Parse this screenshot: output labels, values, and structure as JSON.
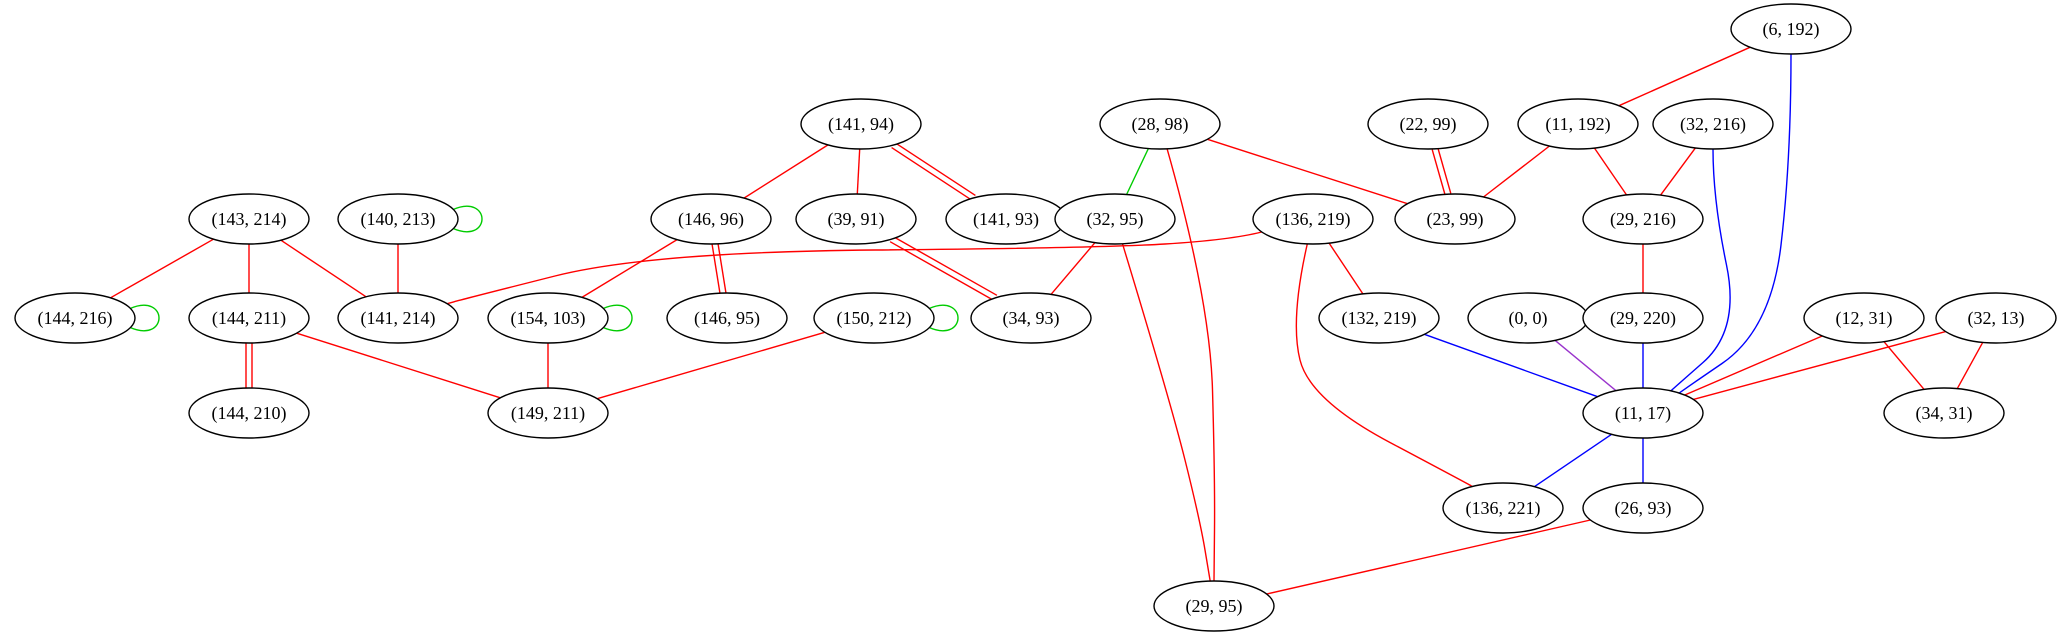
{
  "graph": {
    "colors": {
      "red": "#ff0000",
      "green": "#00cc00",
      "blue": "#0000ff",
      "purple": "#9933cc",
      "node_stroke": "#000000"
    },
    "nodes": [
      {
        "id": "n6_192",
        "label": "(6, 192)"
      },
      {
        "id": "n28_98",
        "label": "(28, 98)"
      },
      {
        "id": "n141_94",
        "label": "(141, 94)"
      },
      {
        "id": "n22_99",
        "label": "(22, 99)"
      },
      {
        "id": "n11_192",
        "label": "(11, 192)"
      },
      {
        "id": "n32_216",
        "label": "(32, 216)"
      },
      {
        "id": "n143_214",
        "label": "(143, 214)"
      },
      {
        "id": "n140_213",
        "label": "(140, 213)"
      },
      {
        "id": "n146_96",
        "label": "(146, 96)"
      },
      {
        "id": "n39_91",
        "label": "(39, 91)"
      },
      {
        "id": "n141_93",
        "label": "(141, 93)"
      },
      {
        "id": "n32_95",
        "label": "(32, 95)"
      },
      {
        "id": "n136_219",
        "label": "(136, 219)"
      },
      {
        "id": "n23_99",
        "label": "(23, 99)"
      },
      {
        "id": "n29_216",
        "label": "(29, 216)"
      },
      {
        "id": "n144_216",
        "label": "(144, 216)"
      },
      {
        "id": "n144_211",
        "label": "(144, 211)"
      },
      {
        "id": "n141_214",
        "label": "(141, 214)"
      },
      {
        "id": "n154_103",
        "label": "(154, 103)"
      },
      {
        "id": "n146_95",
        "label": "(146, 95)"
      },
      {
        "id": "n150_212",
        "label": "(150, 212)"
      },
      {
        "id": "n34_93",
        "label": "(34, 93)"
      },
      {
        "id": "n132_219",
        "label": "(132, 219)"
      },
      {
        "id": "n0_0",
        "label": "(0, 0)"
      },
      {
        "id": "n29_220",
        "label": "(29, 220)"
      },
      {
        "id": "n12_31",
        "label": "(12, 31)"
      },
      {
        "id": "n32_13",
        "label": "(32, 13)"
      },
      {
        "id": "n144_210",
        "label": "(144, 210)"
      },
      {
        "id": "n149_211",
        "label": "(149, 211)"
      },
      {
        "id": "n11_17",
        "label": "(11, 17)"
      },
      {
        "id": "n34_31",
        "label": "(34, 31)"
      },
      {
        "id": "n136_221",
        "label": "(136, 221)"
      },
      {
        "id": "n26_93",
        "label": "(26, 93)"
      },
      {
        "id": "n29_95",
        "label": "(29, 95)"
      }
    ],
    "edges": [
      {
        "from": "n6_192",
        "to": "n11_192",
        "color": "red"
      },
      {
        "from": "n6_192",
        "to": "n11_17",
        "color": "blue"
      },
      {
        "from": "n28_98",
        "to": "n32_95",
        "color": "green"
      },
      {
        "from": "n28_98",
        "to": "n23_99",
        "color": "red"
      },
      {
        "from": "n28_98",
        "to": "n29_95",
        "color": "red"
      },
      {
        "from": "n141_94",
        "to": "n146_96",
        "color": "red"
      },
      {
        "from": "n141_94",
        "to": "n39_91",
        "color": "red"
      },
      {
        "from": "n141_94",
        "to": "n141_93",
        "color": "red",
        "double": true
      },
      {
        "from": "n22_99",
        "to": "n23_99",
        "color": "red",
        "double": true
      },
      {
        "from": "n11_192",
        "to": "n23_99",
        "color": "red"
      },
      {
        "from": "n11_192",
        "to": "n29_216",
        "color": "red"
      },
      {
        "from": "n32_216",
        "to": "n29_216",
        "color": "red"
      },
      {
        "from": "n32_216",
        "to": "n11_17",
        "color": "blue"
      },
      {
        "from": "n143_214",
        "to": "n144_216",
        "color": "red"
      },
      {
        "from": "n143_214",
        "to": "n144_211",
        "color": "red"
      },
      {
        "from": "n143_214",
        "to": "n141_214",
        "color": "red"
      },
      {
        "from": "n140_213",
        "to": "n140_213",
        "color": "green",
        "loop": true
      },
      {
        "from": "n140_213",
        "to": "n141_214",
        "color": "red"
      },
      {
        "from": "n146_96",
        "to": "n146_95",
        "color": "red",
        "double": true
      },
      {
        "from": "n146_96",
        "to": "n154_103",
        "color": "red"
      },
      {
        "from": "n39_91",
        "to": "n34_93",
        "color": "red",
        "double": true
      },
      {
        "from": "n32_95",
        "to": "n34_93",
        "color": "red"
      },
      {
        "from": "n32_95",
        "to": "n29_95",
        "color": "red"
      },
      {
        "from": "n136_219",
        "to": "n141_214",
        "color": "red"
      },
      {
        "from": "n136_219",
        "to": "n132_219",
        "color": "red"
      },
      {
        "from": "n136_219",
        "to": "n136_221",
        "color": "red"
      },
      {
        "from": "n29_216",
        "to": "n29_220",
        "color": "red"
      },
      {
        "from": "n144_216",
        "to": "n144_216",
        "color": "green",
        "loop": true
      },
      {
        "from": "n144_211",
        "to": "n144_210",
        "color": "red",
        "double": true
      },
      {
        "from": "n144_211",
        "to": "n149_211",
        "color": "red"
      },
      {
        "from": "n154_103",
        "to": "n154_103",
        "color": "green",
        "loop": true
      },
      {
        "from": "n154_103",
        "to": "n149_211",
        "color": "red"
      },
      {
        "from": "n150_212",
        "to": "n150_212",
        "color": "green",
        "loop": true
      },
      {
        "from": "n150_212",
        "to": "n149_211",
        "color": "red"
      },
      {
        "from": "n132_219",
        "to": "n11_17",
        "color": "blue"
      },
      {
        "from": "n0_0",
        "to": "n11_17",
        "color": "purple"
      },
      {
        "from": "n29_220",
        "to": "n11_17",
        "color": "blue"
      },
      {
        "from": "n12_31",
        "to": "n11_17",
        "color": "red"
      },
      {
        "from": "n12_31",
        "to": "n34_31",
        "color": "red"
      },
      {
        "from": "n32_13",
        "to": "n11_17",
        "color": "red"
      },
      {
        "from": "n32_13",
        "to": "n34_31",
        "color": "red"
      },
      {
        "from": "n11_17",
        "to": "n136_221",
        "color": "blue"
      },
      {
        "from": "n11_17",
        "to": "n26_93",
        "color": "blue"
      },
      {
        "from": "n26_93",
        "to": "n29_95",
        "color": "red"
      }
    ]
  }
}
